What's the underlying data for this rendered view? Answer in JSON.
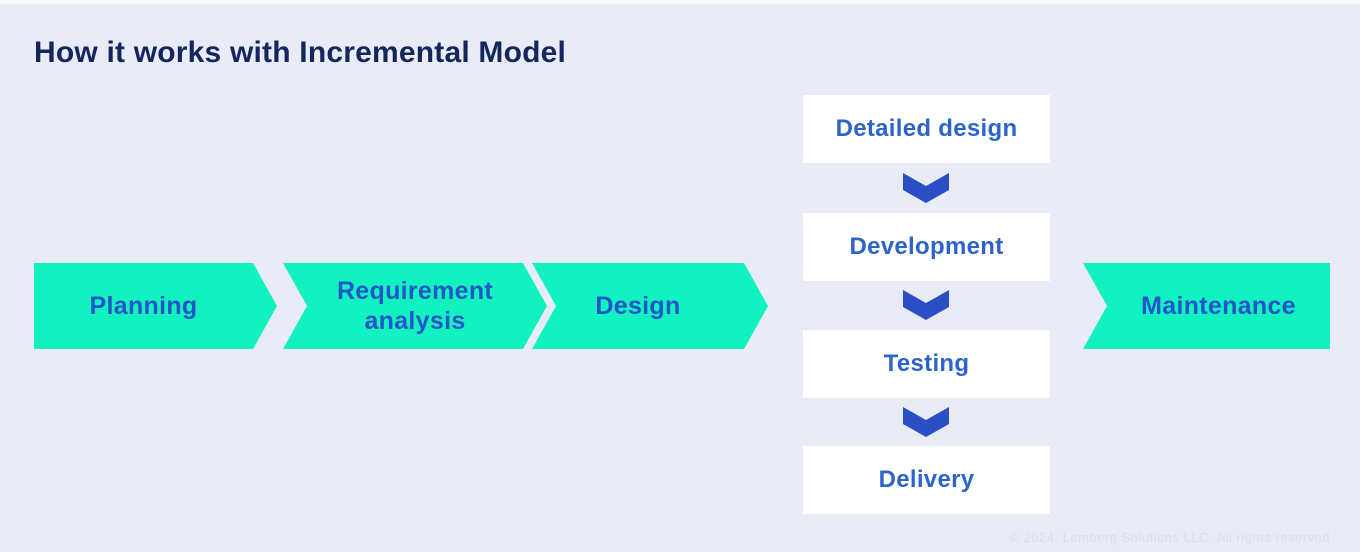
{
  "title": "How it works with Incremental Model",
  "footer": "© 2024. Lemberg Solutions LLC. All rights reserved",
  "colors": {
    "background": "#E9EBF7",
    "background_top": "#F8F8FC",
    "arrow_green": "#12F2C1",
    "title_navy": "#14265C",
    "arrow_text_blue": "#2155C8",
    "box_bg": "#FFFFFF",
    "box_text_blue": "#2C64CB",
    "chevron_blue": "#2B4EC4",
    "footer_text": "#DBDDEE"
  },
  "flow": {
    "horizontal_steps": [
      {
        "label": "Planning"
      },
      {
        "label": "Requirement analysis"
      },
      {
        "label": "Design"
      },
      {
        "label": "Maintenance"
      }
    ],
    "vertical_steps": [
      {
        "label": "Detailed design"
      },
      {
        "label": "Development"
      },
      {
        "label": "Testing"
      },
      {
        "label": "Delivery"
      }
    ],
    "connector_icon": "chevron-down"
  }
}
